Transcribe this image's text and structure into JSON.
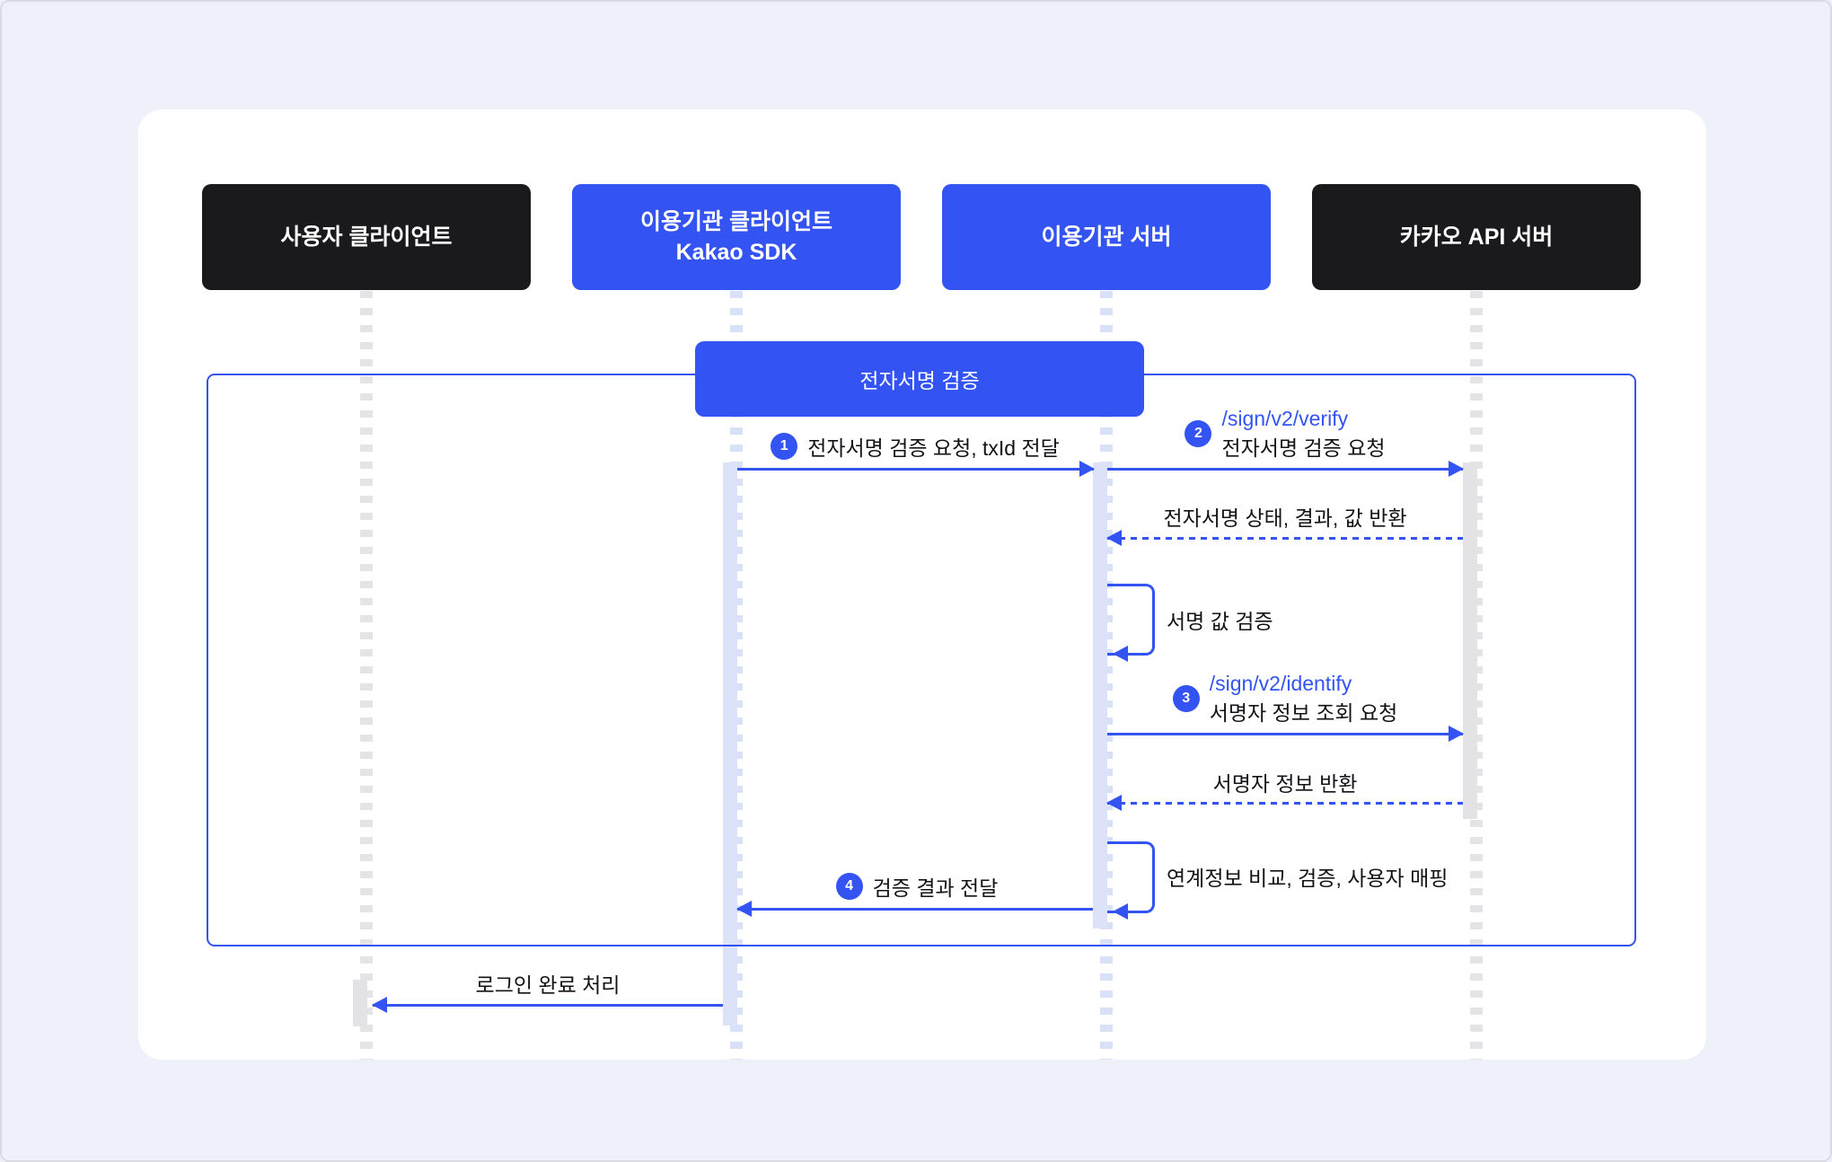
{
  "diagram": {
    "actors": [
      {
        "label": "사용자 클라이언트"
      },
      {
        "line1": "이용기관 클라이언트",
        "line2": "Kakao SDK"
      },
      {
        "label": "이용기관 서버"
      },
      {
        "label": "카카오 API 서버"
      }
    ],
    "group": {
      "label": "전자서명 검증"
    },
    "steps": {
      "m1": {
        "badge": "1",
        "text": "전자서명 검증 요청, txId 전달"
      },
      "m2": {
        "badge": "2",
        "path": "/sign/v2/verify",
        "text": "전자서명 검증 요청"
      },
      "r1": {
        "text": "전자서명 상태, 결과, 값 반환"
      },
      "loop1": {
        "text": "서명 값 검증"
      },
      "m3": {
        "badge": "3",
        "path": "/sign/v2/identify",
        "text": "서명자 정보 조회 요청"
      },
      "r2": {
        "text": "서명자 정보 반환"
      },
      "loop2": {
        "text": "연계정보 비교, 검증, 사용자 매핑"
      },
      "m4": {
        "badge": "4",
        "text": "검증 결과 전달"
      },
      "m5": {
        "text": "로그인 완료 처리"
      }
    },
    "colors": {
      "accent_blue": "#3353F3",
      "dark_box": "#1A1A1C",
      "activation_lavender": "#DCE3F9",
      "activation_gray": "#E3E3E5",
      "page_background": "#EEF1FA"
    }
  }
}
